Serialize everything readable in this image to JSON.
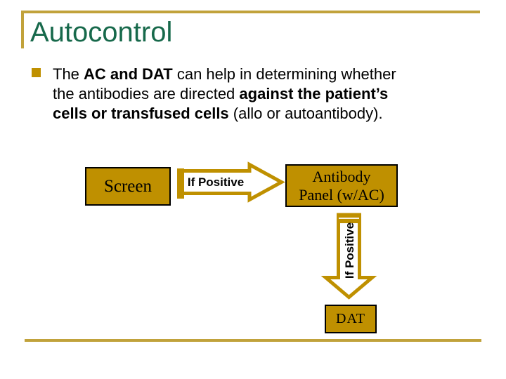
{
  "slide": {
    "title": "Autocontrol",
    "bullet_text": {
      "line1_pre": "The ",
      "line1_bold": "AC and DAT",
      "line1_post": " can help in determining whether",
      "line2_pre": "the antibodies are directed ",
      "line2_bold": "against the patient’s",
      "line3_bold": "cells or transfused cells",
      "line3_post": " (allo or autoantibody)."
    },
    "diagram": {
      "screen_label": "Screen",
      "if_positive_right": "If Positive",
      "antibody_line1": "Antibody",
      "antibody_line2": "Panel (w/AC)",
      "if_positive_down": "If Positive",
      "dat_label": "DAT"
    },
    "colors": {
      "title_green": "#17694B",
      "gold_shape": "#BF9000",
      "gold_line": "#C1A23B",
      "body_text": "#000000"
    }
  }
}
